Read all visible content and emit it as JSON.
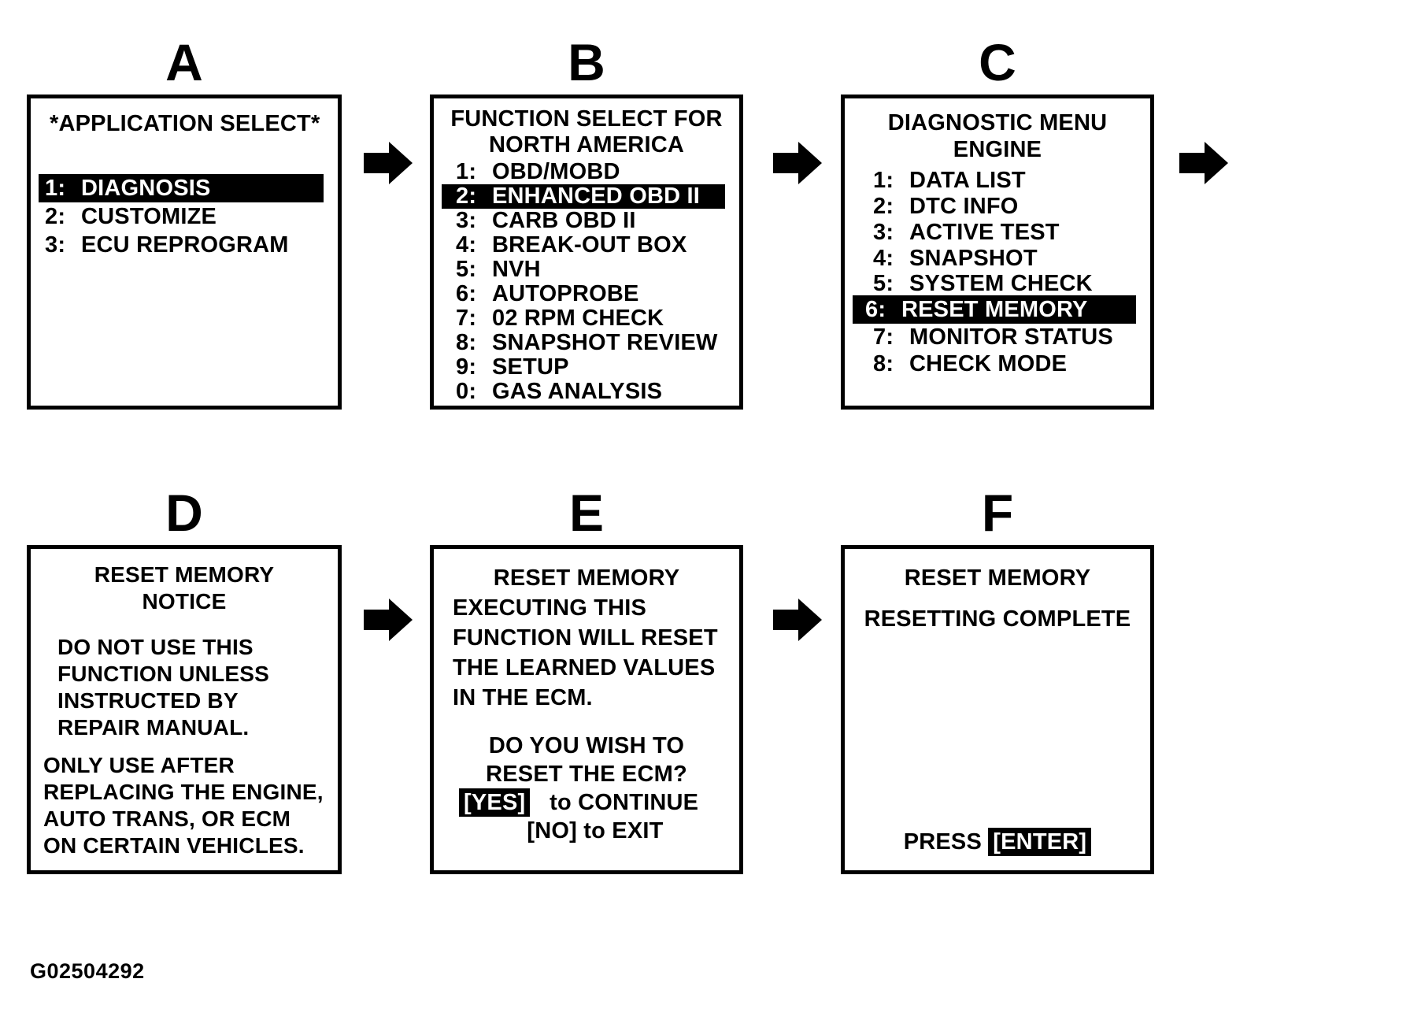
{
  "caption": "G02504292",
  "arrow_icon": "right-arrow-icon",
  "panels": [
    {
      "letter": "A",
      "name": "application-select",
      "title": "*APPLICATION SELECT*",
      "title_align": "left",
      "items": [
        {
          "num": "1:",
          "label": "DIAGNOSIS",
          "selected": true
        },
        {
          "num": "2:",
          "label": "CUSTOMIZE",
          "selected": false
        },
        {
          "num": "3:",
          "label": "ECU REPROGRAM",
          "selected": false
        }
      ]
    },
    {
      "letter": "B",
      "name": "function-select",
      "title": "FUNCTION SELECT FOR\nNORTH AMERICA",
      "title_align": "center",
      "items": [
        {
          "num": "1:",
          "label": "OBD/MOBD",
          "selected": false
        },
        {
          "num": "2:",
          "label": "ENHANCED OBD II",
          "selected": true
        },
        {
          "num": "3:",
          "label": "CARB OBD II",
          "selected": false
        },
        {
          "num": "4:",
          "label": "BREAK-OUT BOX",
          "selected": false
        },
        {
          "num": "5:",
          "label": "NVH",
          "selected": false
        },
        {
          "num": "6:",
          "label": "AUTOPROBE",
          "selected": false
        },
        {
          "num": "7:",
          "label": "02 RPM CHECK",
          "selected": false
        },
        {
          "num": "8:",
          "label": "SNAPSHOT REVIEW",
          "selected": false
        },
        {
          "num": "9:",
          "label": "SETUP",
          "selected": false
        },
        {
          "num": "0:",
          "label": "GAS ANALYSIS",
          "selected": false
        }
      ]
    },
    {
      "letter": "C",
      "name": "diagnostic-menu",
      "title": "DIAGNOSTIC MENU\nENGINE",
      "title_align": "center",
      "items": [
        {
          "num": "1:",
          "label": "DATA LIST",
          "selected": false
        },
        {
          "num": "2:",
          "label": "DTC INFO",
          "selected": false
        },
        {
          "num": "3:",
          "label": "ACTIVE TEST",
          "selected": false
        },
        {
          "num": "4:",
          "label": "SNAPSHOT",
          "selected": false
        },
        {
          "num": "5:",
          "label": "SYSTEM CHECK",
          "selected": false
        },
        {
          "num": "6:",
          "label": "RESET MEMORY",
          "selected": true
        },
        {
          "num": "7:",
          "label": "MONITOR STATUS",
          "selected": false
        },
        {
          "num": "8:",
          "label": "CHECK MODE",
          "selected": false
        }
      ]
    },
    {
      "letter": "D",
      "name": "reset-memory-notice",
      "title": "RESET MEMORY\nNOTICE",
      "body1": "DO NOT USE THIS\nFUNCTION UNLESS\nINSTRUCTED BY\nREPAIR MANUAL.",
      "body2": "ONLY USE AFTER\nREPLACING THE ENGINE,\nAUTO TRANS, OR ECM\nON CERTAIN VEHICLES."
    },
    {
      "letter": "E",
      "name": "reset-memory-confirm",
      "title": "RESET MEMORY",
      "body1": "EXECUTING THIS\nFUNCTION WILL RESET\nTHE LEARNED VALUES\nIN THE ECM.",
      "question": "DO YOU WISH TO\nRESET THE ECM?",
      "yes_key": "[YES]",
      "yes_suffix": "to CONTINUE",
      "no_line": "[NO] to EXIT"
    },
    {
      "letter": "F",
      "name": "reset-memory-complete",
      "title": "RESET MEMORY",
      "status": "RESETTING COMPLETE",
      "press_label": "PRESS",
      "enter_key": "[ENTER]"
    }
  ]
}
